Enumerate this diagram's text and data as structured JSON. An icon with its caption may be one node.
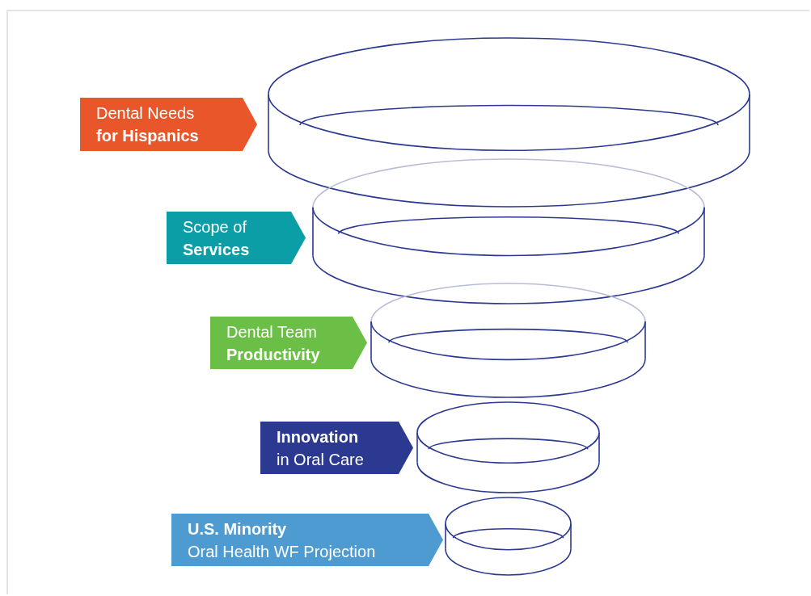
{
  "diagram": {
    "nodes": [
      {
        "text": [
          "Dental Needs **for Hispanics**"
        ]
      },
      {
        "text": [],
        "shape": "cylinder"
      },
      {
        "text": [
          "Scope of **Services**"
        ]
      },
      {
        "text": [],
        "shape": "cylinder"
      },
      {
        "text": [
          "Dental Team **Productivity**"
        ]
      },
      {
        "text": [],
        "shape": "cylinder"
      },
      {
        "text": [
          "**Innovation** in Oral Care"
        ]
      },
      {
        "text": [],
        "shape": "cylinder"
      },
      {
        "text": [
          "**U.S. Minority** Oral Health WF Projection"
        ]
      },
      {
        "text": [],
        "shape": "cylinder"
      }
    ]
  }
}
